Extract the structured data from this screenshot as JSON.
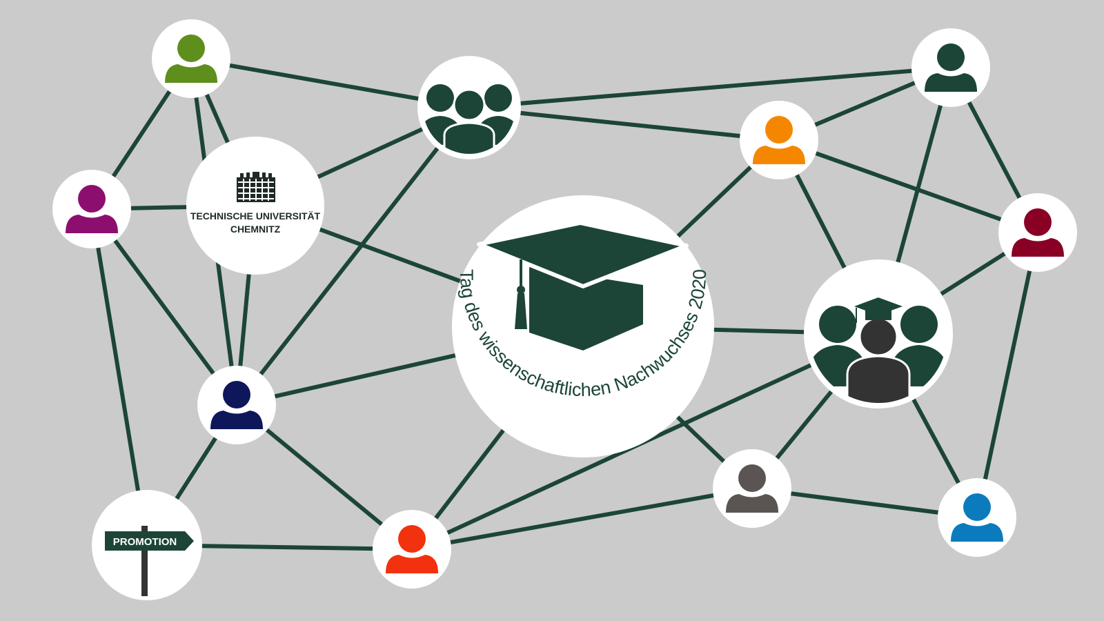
{
  "university": {
    "name_line1": "TECHNISCHE UNIVERSITÄT",
    "name_line2": "CHEMNITZ",
    "logo_icon": "university-building-icon"
  },
  "central": {
    "ring_text": "Tag des wissenschaftlichen Nachwuchses 2020",
    "icon": "graduation-cap-icon"
  },
  "signpost": {
    "label": "PROMOTION",
    "icon": "signpost-icon"
  },
  "groups": {
    "team": {
      "icon": "group-icon"
    },
    "graduates": {
      "icon": "graduate-group-icon"
    }
  },
  "persons": [
    {
      "id": "green",
      "color": "#5e8e1c"
    },
    {
      "id": "purple",
      "color": "#8c0f70"
    },
    {
      "id": "navy",
      "color": "#0d175a"
    },
    {
      "id": "red",
      "color": "#f2310f"
    },
    {
      "id": "orange",
      "color": "#f58700"
    },
    {
      "id": "teal-top-right",
      "color": "#1c4538"
    },
    {
      "id": "maroon",
      "color": "#8a0025"
    },
    {
      "id": "gray",
      "color": "#5a5552"
    },
    {
      "id": "blue",
      "color": "#0b7bbd"
    }
  ],
  "colors": {
    "background": "#cbcbcb",
    "edge": "#1c4538",
    "node": "#ffffff",
    "icon_dark": "#1c4538",
    "graduate_center": "#333333"
  }
}
